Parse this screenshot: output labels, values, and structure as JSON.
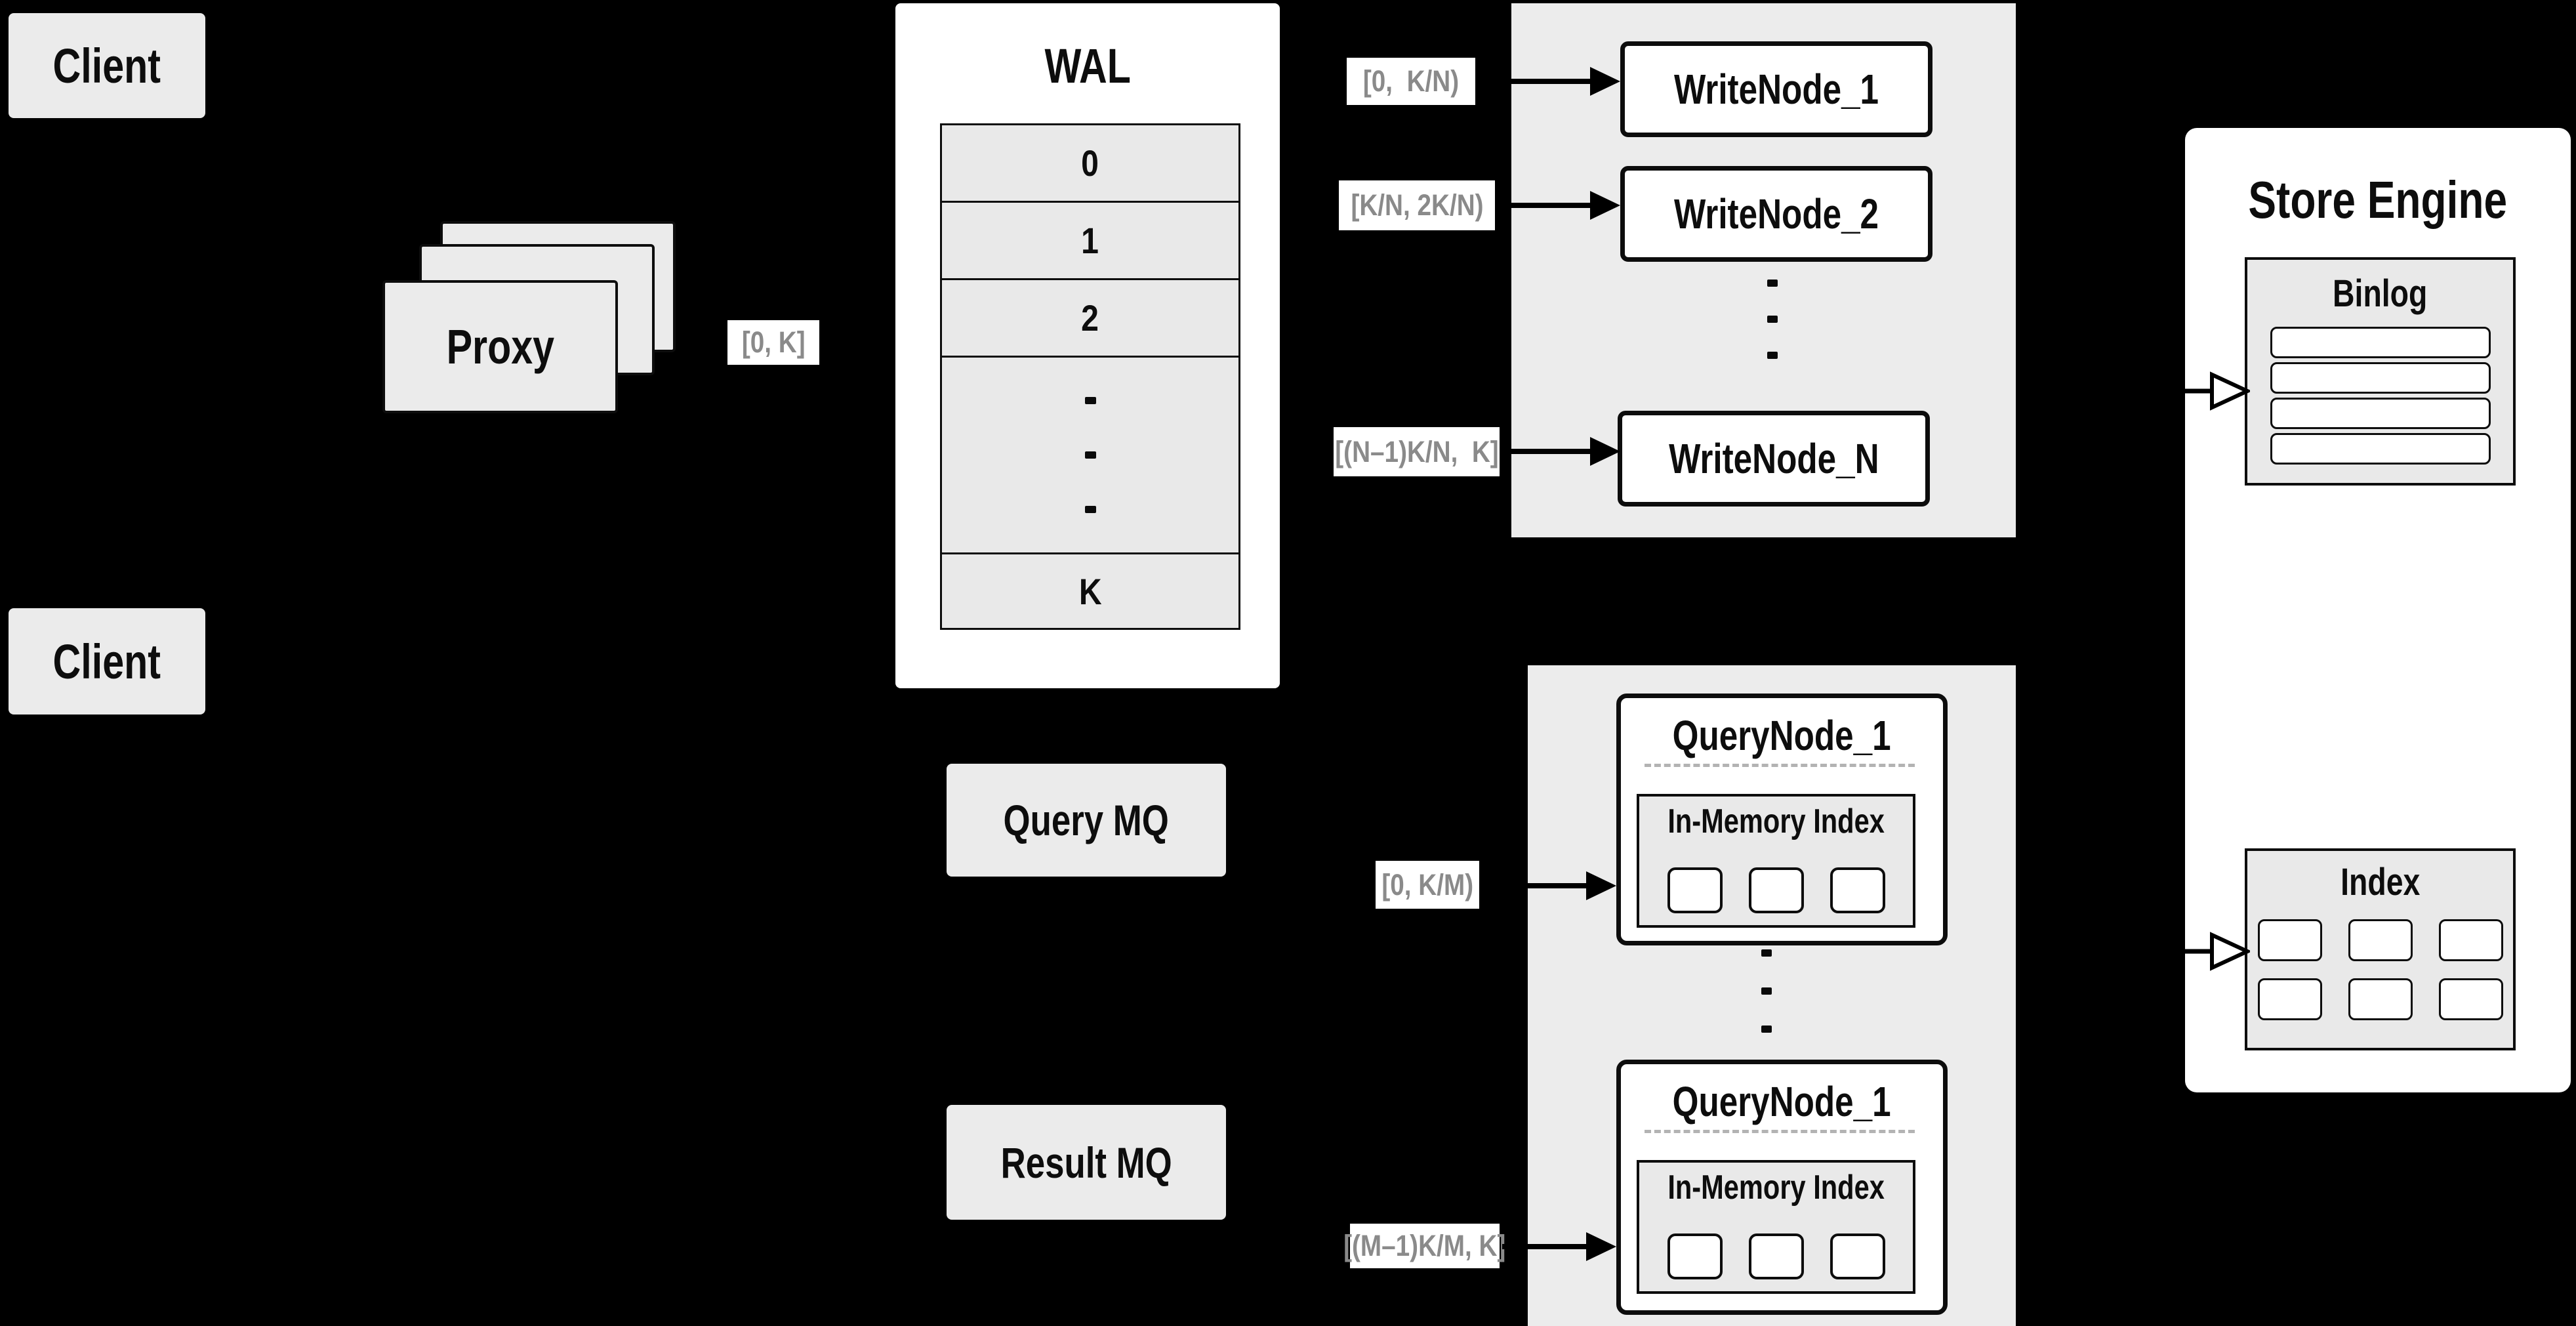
{
  "colors": {
    "background": "#000000",
    "panel_gray": "#ececec",
    "box_gray": "#e9e9e9",
    "white": "#ffffff",
    "line_black": "#0d0d0d",
    "range_label_text": "#8a8a8a"
  },
  "client_top": {
    "label": "Client"
  },
  "client_bottom": {
    "label": "Client"
  },
  "proxy": {
    "label": "Proxy"
  },
  "proxy_range_label": "[0, K]",
  "wal": {
    "title": "WAL",
    "rows": [
      "0",
      "1",
      "2"
    ],
    "last_row": "K"
  },
  "write_group": {
    "labels": [
      "[0,  K/N)",
      "[K/N, 2K/N)",
      "[(N–1)K/N,  K]"
    ],
    "nodes": [
      "WriteNode_1",
      "WriteNode_2",
      "WriteNode_N"
    ]
  },
  "store_engine": {
    "title": "Store Engine",
    "binlog": {
      "title": "Binlog"
    },
    "index": {
      "title": "Index"
    }
  },
  "query_mq": {
    "label": "Query MQ"
  },
  "result_mq": {
    "label": "Result MQ"
  },
  "query_group": {
    "top_label": "[0, K/M)",
    "bottom_label": "[(M–1)K/M, K]",
    "nodes": [
      {
        "title": "QueryNode_1",
        "inner_title": "In-Memory Index"
      },
      {
        "title": "QueryNode_1",
        "inner_title": "In-Memory Index"
      }
    ]
  }
}
